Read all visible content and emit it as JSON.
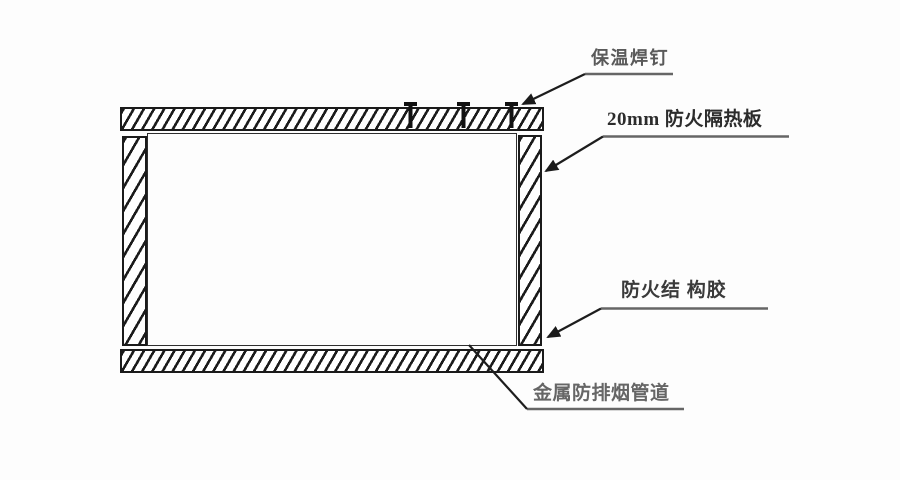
{
  "diagram": {
    "callouts": [
      {
        "id": "insulation-weld-pin",
        "text": "保温焊钉"
      },
      {
        "id": "fire-insulation-board",
        "text": "20mm 防火隔热板"
      },
      {
        "id": "fire-structural-adhesive",
        "text": "防火结 构胶"
      },
      {
        "id": "metal-smoke-exhaust-duct",
        "text": "金属防排烟管道"
      }
    ],
    "weld_pin_marks": 3,
    "colors": {
      "line": "#1b1b1b",
      "duct_outline": "#2e2e2e",
      "leader_shelf": "#666666",
      "text_dark": "#2c2c2c",
      "text_muted": "#5a5a5a",
      "background": "#fdfdfd"
    }
  }
}
